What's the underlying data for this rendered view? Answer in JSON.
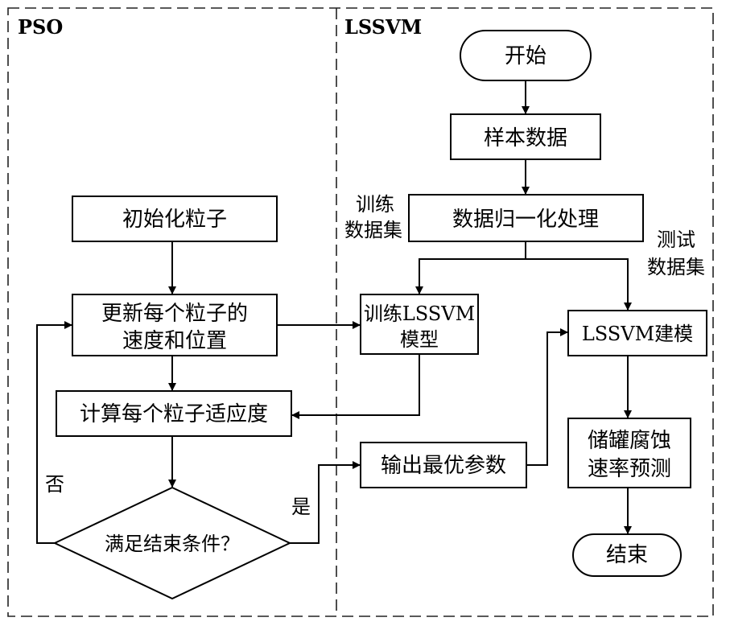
{
  "regions": {
    "pso_label": "PSO",
    "lssvm_label": "LSSVM"
  },
  "pso": {
    "init_particles": "初始化粒子",
    "update_line1": "更新每个粒子的",
    "update_line2": "速度和位置",
    "compute_fitness": "计算每个粒子适应度",
    "condition": "满足结束条件？",
    "no_label": "否",
    "yes_label": "是"
  },
  "lssvm": {
    "start": "开始",
    "sample_data": "样本数据",
    "normalize": "数据归一化处理",
    "train_set_line1": "训练",
    "train_set_line2": "数据集",
    "test_set_line1": "测试",
    "test_set_line2": "数据集",
    "train_model_line1": "训练LSSVM",
    "train_model_line2": "模型",
    "build_model": "LSSVM建模",
    "output_params": "输出最优参数",
    "predict_line1": "储罐腐蚀",
    "predict_line2": "速率预测",
    "end": "结束"
  }
}
